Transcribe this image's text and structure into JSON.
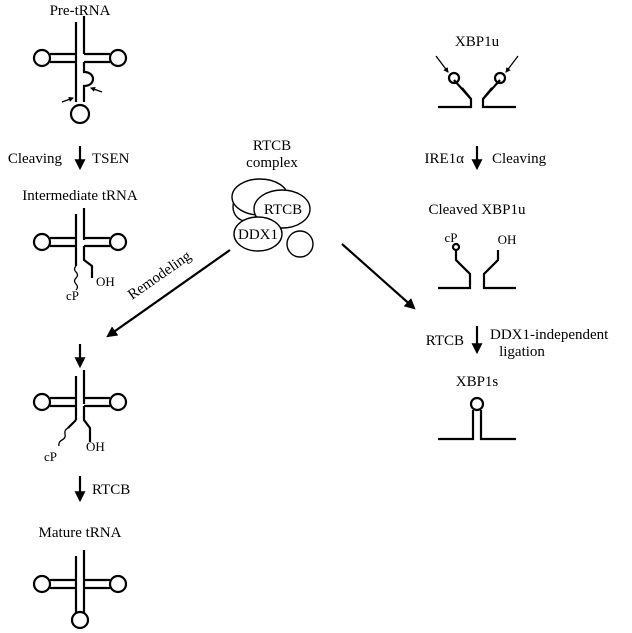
{
  "labels": {
    "pre_trna": "Pre-tRNA",
    "cleaving_left": "Cleaving",
    "tsen": "TSEN",
    "intermediate_trna": "Intermediate tRNA",
    "oh_1": "OH",
    "cp_1": "cP",
    "remodeling": "Remodeling",
    "rtcb_complex_line1": "RTCB",
    "rtcb_complex_line2": "complex",
    "rtcb_blob": "RTCB",
    "ddx1_blob": "DDX1",
    "cp_2": "cP",
    "oh_2": "OH",
    "rtcb_step": "RTCB",
    "mature_trna": "Mature tRNA",
    "xbp1u": "XBP1u",
    "ire1a": "IRE1α",
    "cleaving_right": "Cleaving",
    "cleaved_xbp1u": "Cleaved XBP1u",
    "cp_3": "cP",
    "oh_3": "OH",
    "rtcb_right": "RTCB",
    "ddx1_independent": "DDX1-independent",
    "ligation": "ligation",
    "xbp1s": "XBP1s"
  }
}
